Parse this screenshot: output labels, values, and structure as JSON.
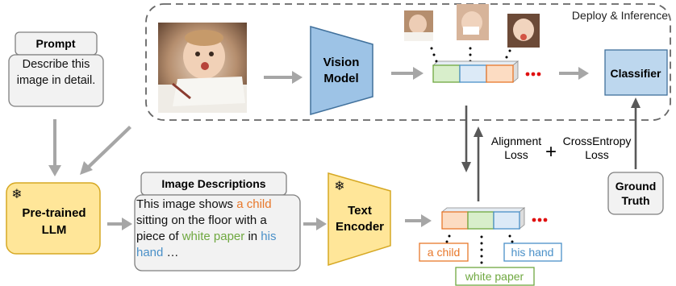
{
  "deploy_label": "Deploy & Inference",
  "prompt": {
    "title": "Prompt",
    "text": "Describe this image in detail."
  },
  "vision_model": {
    "line1": "Vision",
    "line2": "Model"
  },
  "classifier": "Classifier",
  "llm": {
    "line1": "Pre-trained",
    "line2": "LLM"
  },
  "descriptions": {
    "title": "Image Descriptions",
    "segments": [
      {
        "text": "This image shows ",
        "color": "plain"
      },
      {
        "text": "a child",
        "color": "orange"
      },
      {
        "text": " sitting on the floor with a piece of ",
        "color": "plain"
      },
      {
        "text": "white paper",
        "color": "green"
      },
      {
        "text": " in ",
        "color": "plain"
      },
      {
        "text": "his hand",
        "color": "blue"
      },
      {
        "text": " …",
        "color": "plain"
      }
    ]
  },
  "text_encoder": {
    "line1": "Text",
    "line2": "Encoder"
  },
  "losses": {
    "alignment": {
      "line1": "Alignment",
      "line2": "Loss"
    },
    "plus": "+",
    "crossentropy": {
      "line1": "CrossEntropy",
      "line2": "Loss"
    }
  },
  "ground_truth": {
    "line1": "Ground",
    "line2": "Truth"
  },
  "token_labels": {
    "child": "a child",
    "paper": "white paper",
    "hand": "his hand"
  },
  "colors": {
    "orange": "#E8782B",
    "green": "#6FA840",
    "blue": "#4A90C8",
    "vision_fill": "#9DC3E6",
    "llm_fill": "#FFE699",
    "llm_stroke": "#D6A823",
    "classifier_fill": "#BDD7EE",
    "arrow_gray": "#A6A6A6",
    "dots_red": "#E01010"
  }
}
